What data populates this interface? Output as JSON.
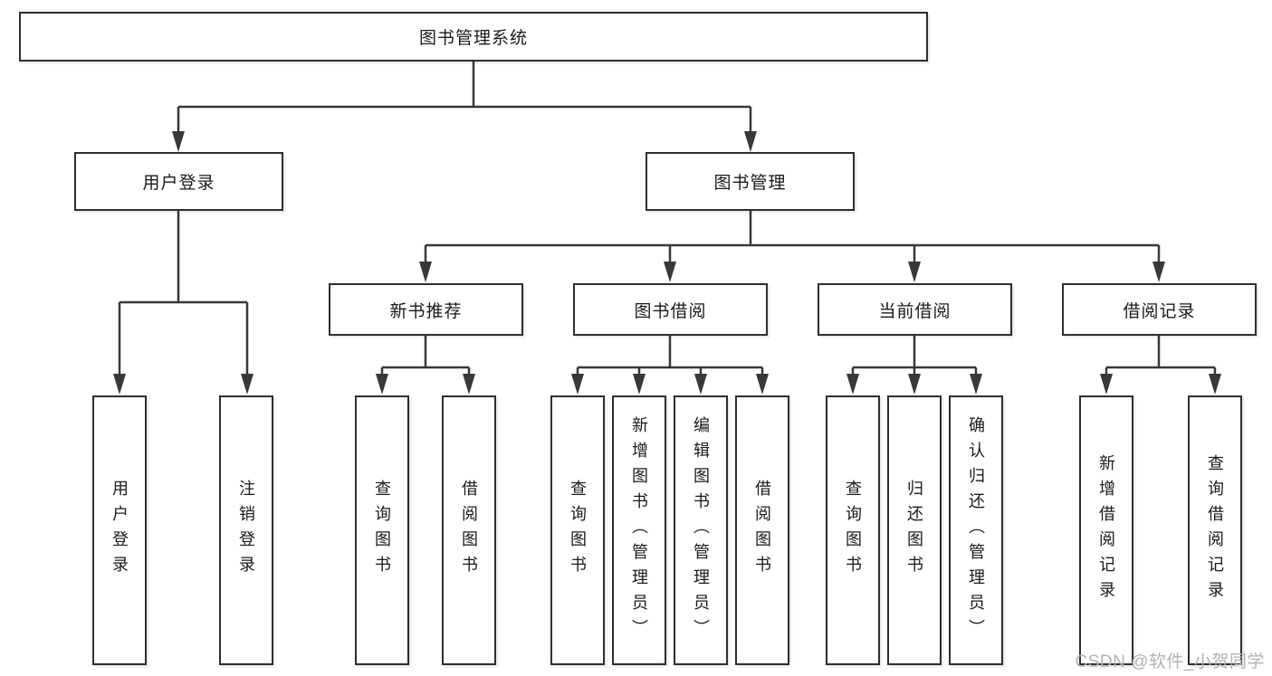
{
  "tree": {
    "label": "图书管理系统",
    "children": [
      {
        "label": "用户登录",
        "children": [
          {
            "label": "用户登录"
          },
          {
            "label": "注销登录"
          }
        ]
      },
      {
        "label": "图书管理",
        "children": [
          {
            "label": "新书推荐",
            "children": [
              {
                "label": "查询图书"
              },
              {
                "label": "借阅图书"
              }
            ]
          },
          {
            "label": "图书借阅",
            "children": [
              {
                "label": "查询图书"
              },
              {
                "label": "新增图书（管理员）"
              },
              {
                "label": "编辑图书（管理员）"
              },
              {
                "label": "借阅图书"
              }
            ]
          },
          {
            "label": "当前借阅",
            "children": [
              {
                "label": "查询图书"
              },
              {
                "label": "归还图书"
              },
              {
                "label": "确认归还（管理员）"
              }
            ]
          },
          {
            "label": "借阅记录",
            "children": [
              {
                "label": "新增借阅记录"
              },
              {
                "label": "查询借阅记录"
              }
            ]
          }
        ]
      }
    ]
  },
  "watermark": {
    "text": "CSDN @软件_小贺同学"
  },
  "colors": {
    "line": "#383838",
    "box_border": "#2e2e2e",
    "text": "#1a1a1a",
    "background": "#ffffff",
    "watermark": "#b2b2b2"
  }
}
